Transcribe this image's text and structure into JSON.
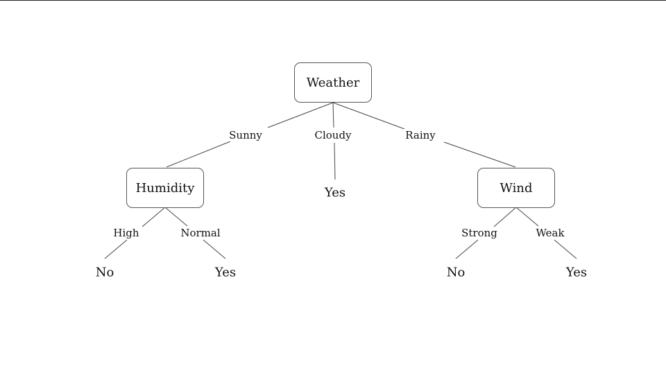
{
  "tree": {
    "root": {
      "label": "Weather",
      "branches": {
        "sunny": {
          "label": "Sunny",
          "node": {
            "label": "Humidity",
            "branches": {
              "high": {
                "label": "High",
                "leaf": "No"
              },
              "normal": {
                "label": "Normal",
                "leaf": "Yes"
              }
            }
          }
        },
        "cloudy": {
          "label": "Cloudy",
          "leaf": "Yes"
        },
        "rainy": {
          "label": "Rainy",
          "node": {
            "label": "Wind",
            "branches": {
              "strong": {
                "label": "Strong",
                "leaf": "No"
              },
              "weak": {
                "label": "Weak",
                "leaf": "Yes"
              }
            }
          }
        }
      }
    }
  }
}
